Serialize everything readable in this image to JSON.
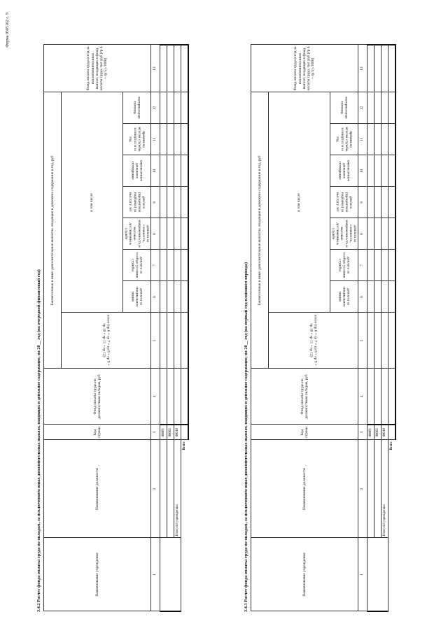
{
  "form_code": "Форма 0505162 с. 9",
  "sections": [
    {
      "title": "3.4.2 Расчет фонда оплаты труда по окладам, за исключением иных дополнительных выплат, входящих в денежное содержание, на 20__ год (на очередной финансовый год)",
      "headers": {
        "org": "Наименование учреждения",
        "position": "Наименование должности",
        "code": "Код строки",
        "fund": "Фонд оплаты труда по должностным окладам, руб",
        "group": "Ежемесячные и иные дополнительные выплаты, входящие в денежное содержание в год, руб",
        "including": "в том числе",
        "total": "всего (гр 6 + гр 7 + гр 8 + гр 9 + гр 10 + гр 11 + гр 12)",
        "special": "доплата за специальное звание",
        "special_conditions": "доплата за особые условия службы",
        "complexity": "доплата за сложность, напряженность и высокие достижения в службе",
        "long_service": "доплата (процентная надбавка) за выслугу лет",
        "monthly_bonus": "ежемесячное денежное поощрение",
        "quarterly_bonus": "премии по итогам службы за квартал и за год",
        "material_aid": "материальная помощь",
        "fot": "Фонд оплаты труда в год за исключением иных выплат, входящих в фонд оплаты труда, тыс руб (гр 4 + гр 5) /1000)"
      },
      "col_numbers": [
        "1",
        "2",
        "3",
        "4",
        "5",
        "6",
        "7",
        "8",
        "9",
        "10",
        "11",
        "12",
        "13"
      ],
      "rows": [
        {
          "code": "00001"
        },
        {
          "code": "00002"
        },
        {
          "label": "Итого по учреждению",
          "code": "00010"
        },
        {
          "label": "Всего",
          "code": ""
        }
      ]
    },
    {
      "title": "3.4.3 Расчет фонда оплаты труда по окладам, за исключением иных дополнительных выплат, входящих в денежное содержание, на 20__ год (на первый год планового периода)",
      "headers": {
        "org": "Наименование учреждения",
        "position": "Наименование должности",
        "code": "Код строки",
        "fund": "Фонд оплаты труда по должностным окладам, руб",
        "group": "Ежемесячные и иные дополнительные выплаты, входящие в денежное содержание в год, руб",
        "including": "в том числе",
        "total": "всего (гр 6 + гр 7 + гр 8 + гр 9 + гр 10 + гр 11 + гр 12)",
        "special": "доплата за специальное звание",
        "special_conditions": "доплата за особые условия службы",
        "complexity": "доплата за сложность, напряженность и высокие достижения в службе",
        "long_service": "доплата (процентная надбавка) за выслугу лет",
        "monthly_bonus": "ежемесячное денежное поощрение",
        "quarterly_bonus": "премии по итогам службы за квартал и за год",
        "material_aid": "материальная помощь",
        "fot": "Фонд оплаты труда в год за исключением иных выплат, входящих в фонд оплаты труда, тыс руб (гр 4 + гр 5) /1000)"
      },
      "col_numbers": [
        "1",
        "2",
        "3",
        "4",
        "5",
        "6",
        "7",
        "8",
        "9",
        "10",
        "11",
        "12",
        "13"
      ],
      "rows": [
        {
          "code": "00001"
        },
        {
          "code": "00002"
        },
        {
          "label": "Итого по учреждению",
          "code": "00010"
        },
        {
          "label": "Всего",
          "code": ""
        }
      ]
    }
  ]
}
